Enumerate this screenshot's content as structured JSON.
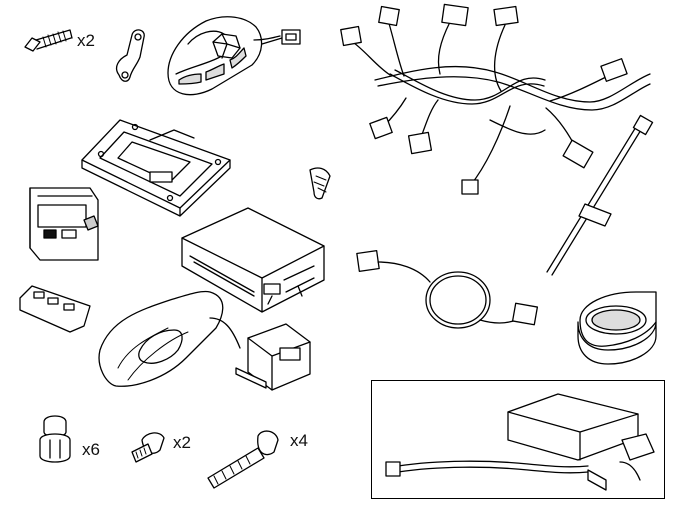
{
  "figure": {
    "quantities": {
      "screw": "x2",
      "nut": "x6",
      "small_screw": "x2",
      "long_bolt": "x4"
    }
  }
}
